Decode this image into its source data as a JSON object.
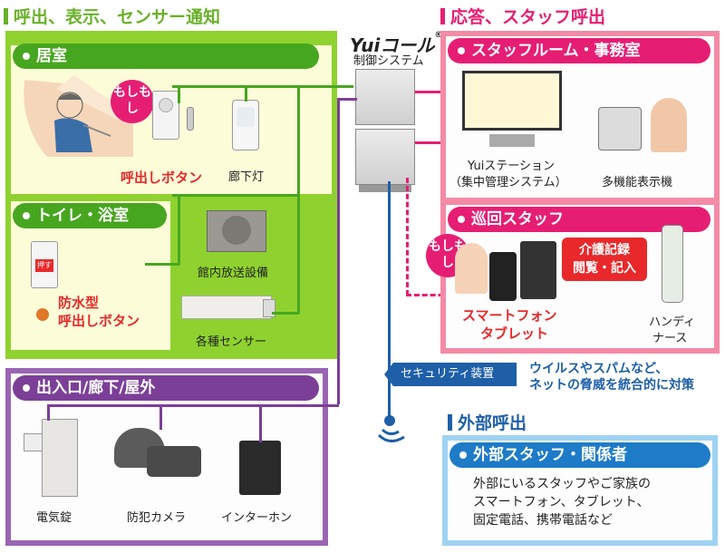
{
  "left_section": {
    "title": "呼出、表示、センサー通知",
    "color": "#7dc42a",
    "room": {
      "pill": "居室",
      "speech": "もしもし",
      "call_button": "呼出しボタン",
      "corridor_light": "廊下灯"
    },
    "toilet": {
      "pill": "トイレ・浴室",
      "waterproof_button": "防水型\n呼出しボタン",
      "waterproof_line1": "防水型",
      "waterproof_line2": "呼出しボタン",
      "button_caption": "押す"
    },
    "broadcast": "館内放送設備",
    "sensors": "各種センサー"
  },
  "center": {
    "brand": "Yuiコール",
    "brand_mark": "®",
    "system_label": "制御システム"
  },
  "right_section": {
    "title": "応答、スタッフ呼出",
    "color": "#e61e73",
    "staff_room": {
      "pill": "スタッフルーム・事務室",
      "station_line1": "Yuiステーション",
      "station_line2": "（集中管理システム）",
      "multi_display": "多機能表示機"
    },
    "patrol": {
      "pill": "巡回スタッフ",
      "speech": "もしもし",
      "callout_line1": "介護記録",
      "callout_line2": "閲覧・記入",
      "smartphone_line1": "スマートフォン",
      "smartphone_line2": "タブレット",
      "handy_line1": "ハンディ",
      "handy_line2": "ナース"
    }
  },
  "bottom_left": {
    "pill": "出入口/廊下/屋外",
    "color": "#7b3f98",
    "electric_lock": "電気錠",
    "security_camera": "防犯カメラ",
    "intercom": "インターホン"
  },
  "security": {
    "badge": "セキュリティ装置",
    "desc_line1": "ウイルスやスパムなど、",
    "desc_line2": "ネットの脅威を統合的に対策",
    "color": "#1e5fa8"
  },
  "external": {
    "title": "外部呼出",
    "pill": "外部スタッフ・関係者",
    "desc_line1": "外部にいるスタッフやご家族の",
    "desc_line2": "スマートフォン、タブレット、",
    "desc_line3": "固定電話、携帯電話など",
    "color": "#1e7bc8"
  }
}
